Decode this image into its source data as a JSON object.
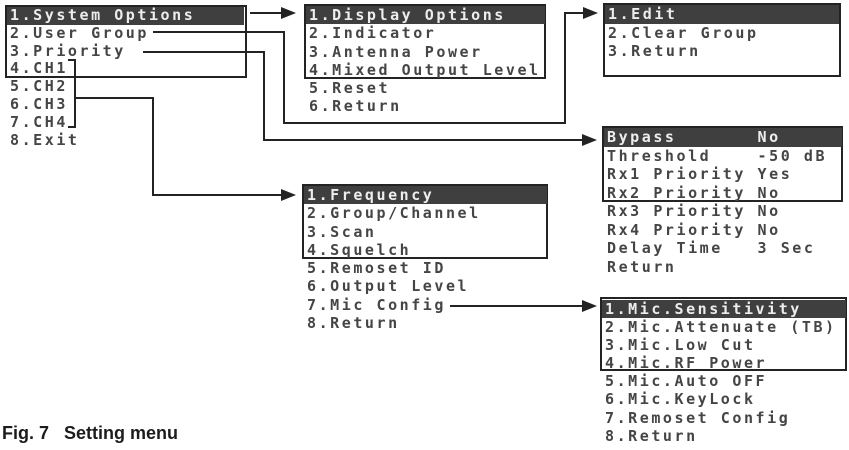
{
  "figure": {
    "caption": "Fig. 7   Setting menu"
  },
  "colors": {
    "line": "#232323",
    "highlight_bg": "#3f3f3f",
    "highlight_text": "#ededed",
    "text": "#454545",
    "background": "#ffffff"
  },
  "menus": {
    "system": {
      "items": [
        {
          "t": "1.System Options",
          "hl": true
        },
        {
          "t": "2.User Group"
        },
        {
          "t": "3.Priority"
        },
        {
          "t": "4.CH1"
        },
        {
          "t": "5.CH2"
        },
        {
          "t": "6.CH3"
        },
        {
          "t": "7.CH4"
        },
        {
          "t": "8.Exit"
        }
      ]
    },
    "display": {
      "items": [
        {
          "t": "1.Display Options",
          "hl": true
        },
        {
          "t": "2.Indicator"
        },
        {
          "t": "3.Antenna Power"
        },
        {
          "t": "4.Mixed Output Level"
        },
        {
          "t": "5.Reset"
        },
        {
          "t": "6.Return"
        }
      ]
    },
    "edit": {
      "items": [
        {
          "t": "1.Edit",
          "hl": true
        },
        {
          "t": "2.Clear Group"
        },
        {
          "t": "3.Return"
        }
      ]
    },
    "priority": {
      "items": [
        {
          "t": "Bypass       No",
          "hl": true
        },
        {
          "t": "Threshold    -50 dB"
        },
        {
          "t": "Rx1 Priority Yes"
        },
        {
          "t": "Rx2 Priority No"
        },
        {
          "t": "Rx3 Priority No"
        },
        {
          "t": "Rx4 Priority No"
        },
        {
          "t": "Delay Time   3 Sec"
        },
        {
          "t": "Return"
        }
      ]
    },
    "channel": {
      "items": [
        {
          "t": "1.Frequency",
          "hl": true
        },
        {
          "t": "2.Group/Channel"
        },
        {
          "t": "3.Scan"
        },
        {
          "t": "4.Squelch"
        },
        {
          "t": "5.Remoset ID"
        },
        {
          "t": "6.Output Level"
        },
        {
          "t": "7.Mic Config"
        },
        {
          "t": "8.Return"
        }
      ]
    },
    "mic": {
      "items": [
        {
          "t": "1.Mic.Sensitivity",
          "hl": true
        },
        {
          "t": "2.Mic.Attenuate (TB)"
        },
        {
          "t": "3.Mic.Low Cut"
        },
        {
          "t": "4.Mic.RF Power"
        },
        {
          "t": "5.Mic.Auto OFF"
        },
        {
          "t": "6.Mic.KeyLock"
        },
        {
          "t": "7.Remoset Config"
        },
        {
          "t": "8.Return"
        }
      ]
    }
  }
}
